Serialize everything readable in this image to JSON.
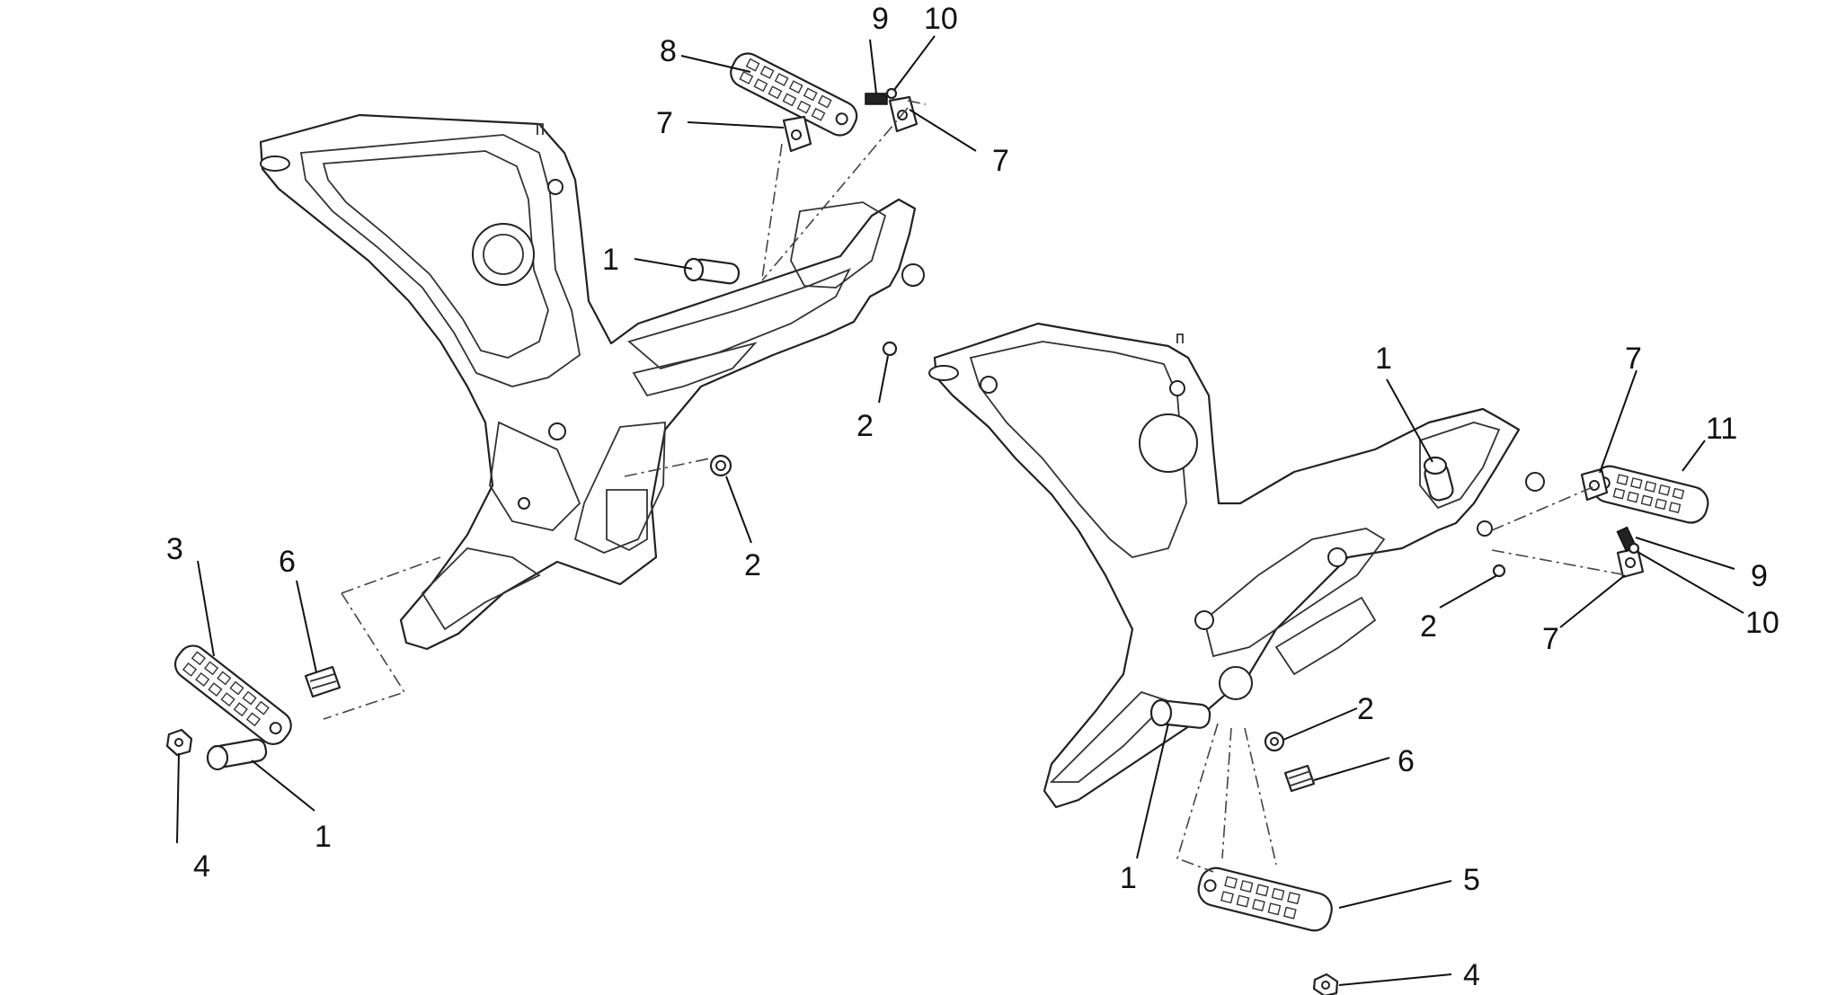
{
  "diagram": {
    "callouts": [
      {
        "id": "left-1-top",
        "label": "1"
      },
      {
        "id": "left-2-upper",
        "label": "2"
      },
      {
        "id": "left-2-lower",
        "label": "2"
      },
      {
        "id": "left-3",
        "label": "3"
      },
      {
        "id": "left-4",
        "label": "4"
      },
      {
        "id": "left-1-bottom",
        "label": "1"
      },
      {
        "id": "left-6",
        "label": "6"
      },
      {
        "id": "left-7-a",
        "label": "7"
      },
      {
        "id": "left-7-b",
        "label": "7"
      },
      {
        "id": "left-8",
        "label": "8"
      },
      {
        "id": "left-9",
        "label": "9"
      },
      {
        "id": "left-10",
        "label": "10"
      },
      {
        "id": "right-1-top",
        "label": "1"
      },
      {
        "id": "right-7-top",
        "label": "7"
      },
      {
        "id": "right-11",
        "label": "11"
      },
      {
        "id": "right-9",
        "label": "9"
      },
      {
        "id": "right-10",
        "label": "10"
      },
      {
        "id": "right-7-bottom",
        "label": "7"
      },
      {
        "id": "right-2-upper",
        "label": "2"
      },
      {
        "id": "right-2-lower",
        "label": "2"
      },
      {
        "id": "right-6",
        "label": "6"
      },
      {
        "id": "right-1-bottom",
        "label": "1"
      },
      {
        "id": "right-5",
        "label": "5"
      },
      {
        "id": "right-4",
        "label": "4"
      }
    ]
  }
}
